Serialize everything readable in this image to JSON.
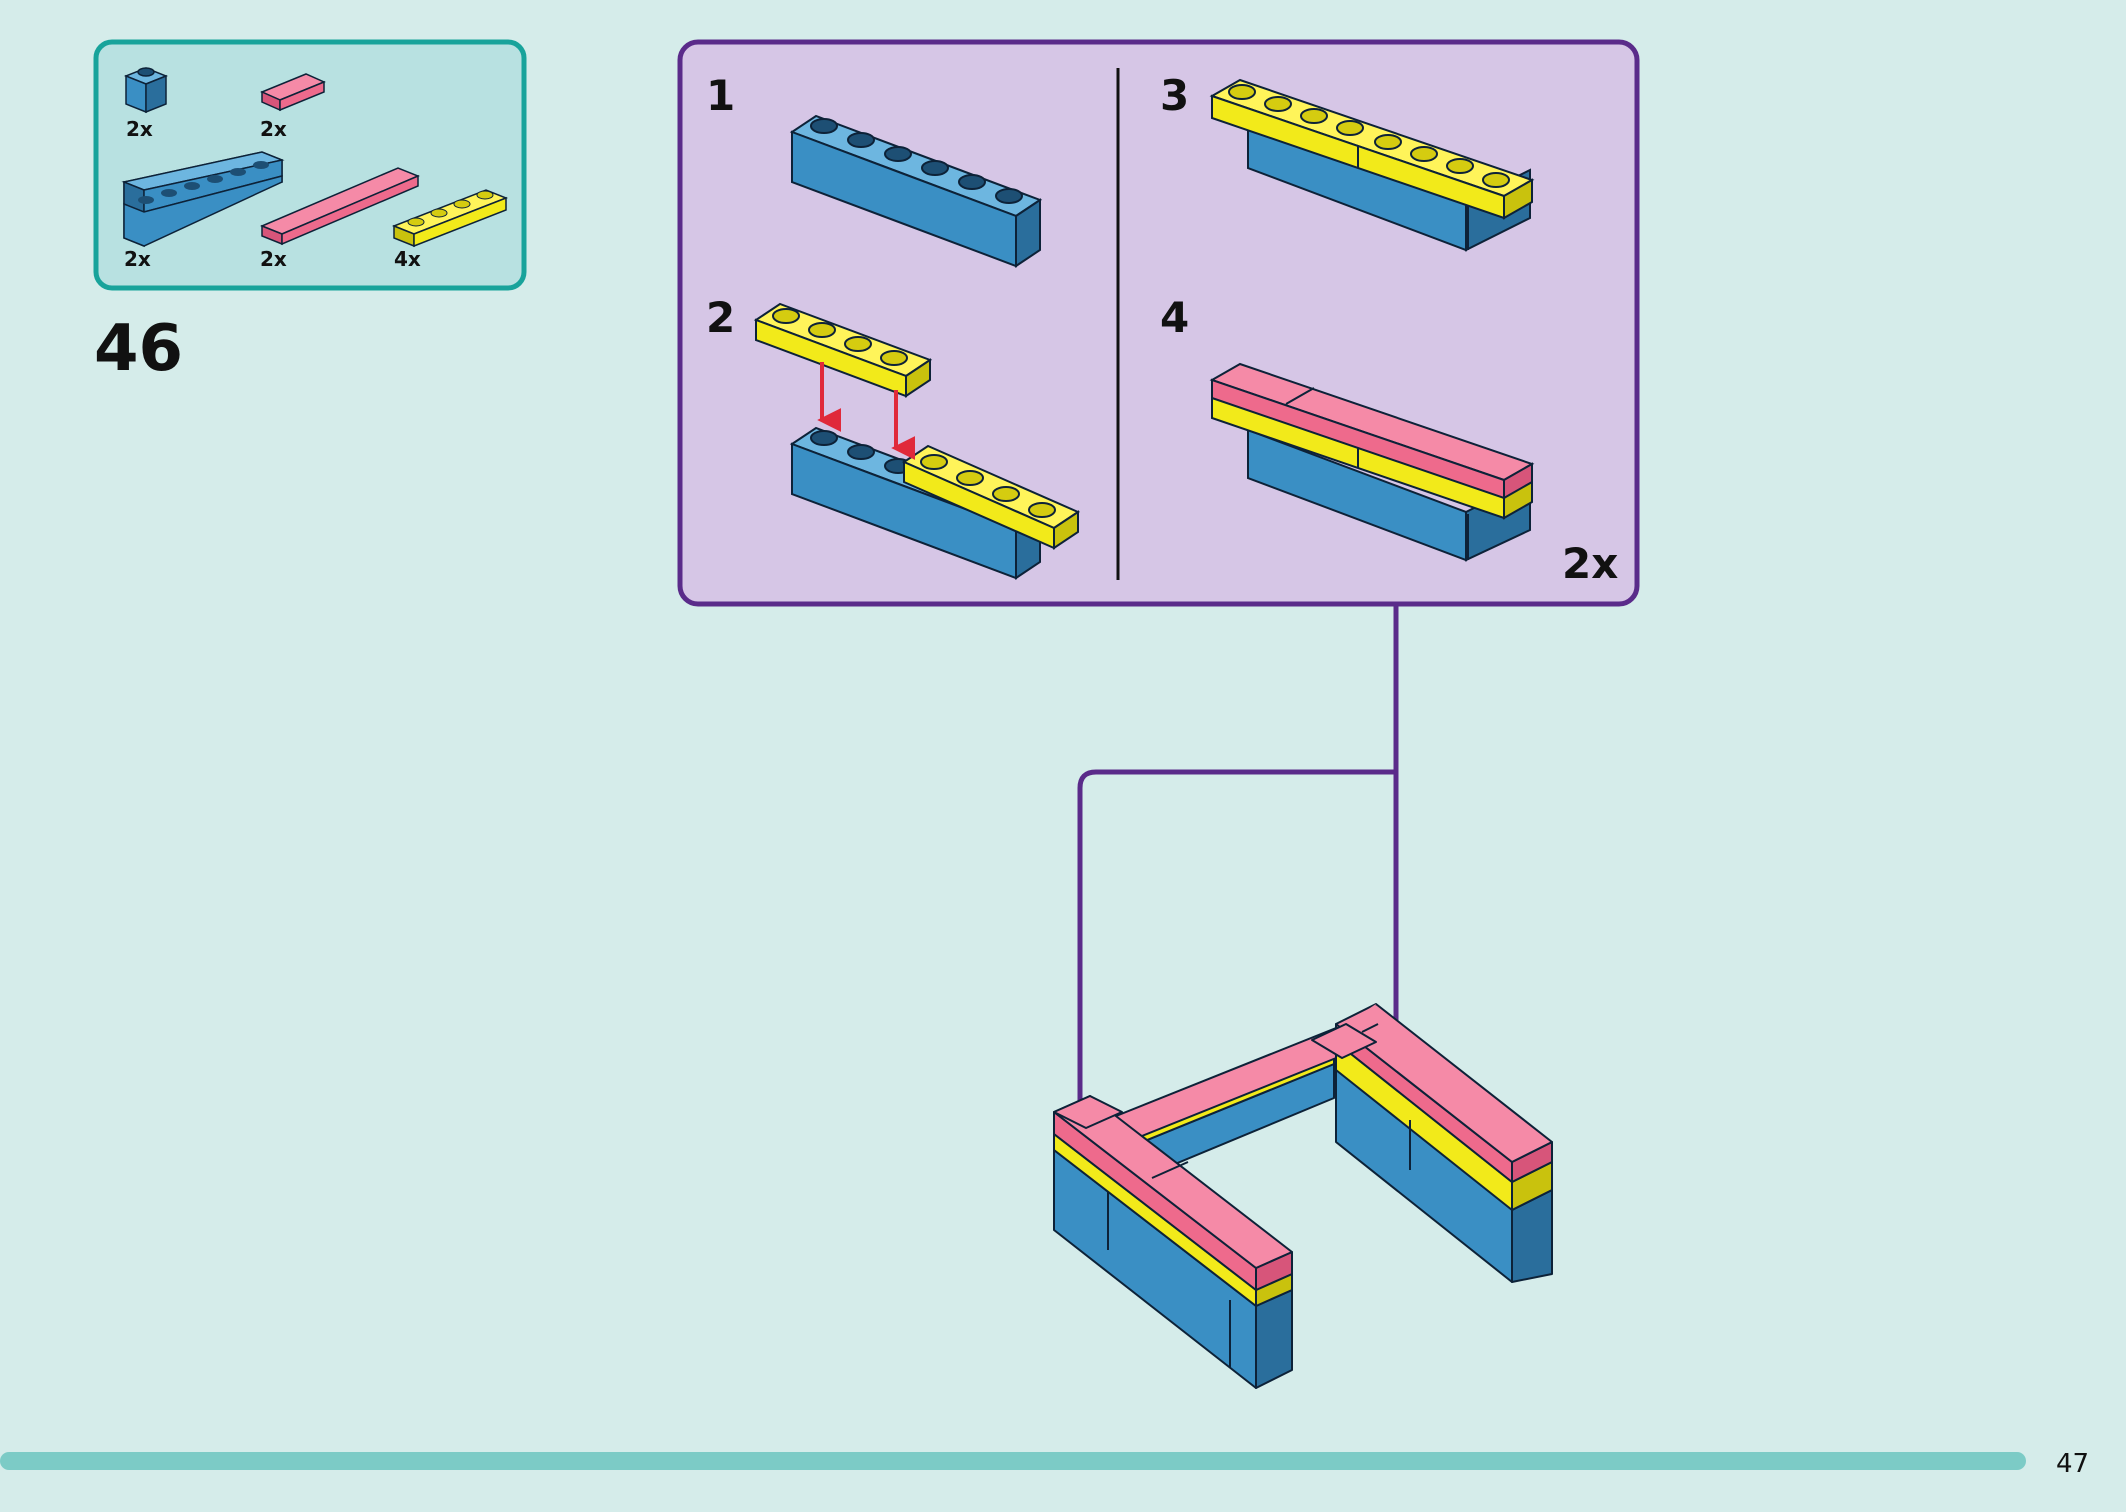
{
  "step_number": "46",
  "page_number": "47",
  "parts_list": [
    {
      "name": "blue 1x1 brick",
      "qty": "2x"
    },
    {
      "name": "pink 1x4 tile",
      "qty": "2x"
    },
    {
      "name": "blue 1x6 brick",
      "qty": "2x"
    },
    {
      "name": "pink 1x8 tile",
      "qty": "2x"
    },
    {
      "name": "yellow 1x4 plate",
      "qty": "4x"
    }
  ],
  "substeps": [
    "1",
    "2",
    "3",
    "4"
  ],
  "substep_multiplier": "2x",
  "colors": {
    "background": "#d5ecea",
    "parts_panel_border": "#18a39b",
    "parts_panel_fill": "#b8e1e1",
    "substep_panel_border": "#5a2b8a",
    "substep_panel_fill": "#d6c6e6",
    "brick_blue": "#3a8fc4",
    "plate_yellow": "#f2ea1a",
    "tile_pink": "#ee6a8c",
    "arrow_red": "#e0293a",
    "progress_bar": "#7ccbc6"
  }
}
